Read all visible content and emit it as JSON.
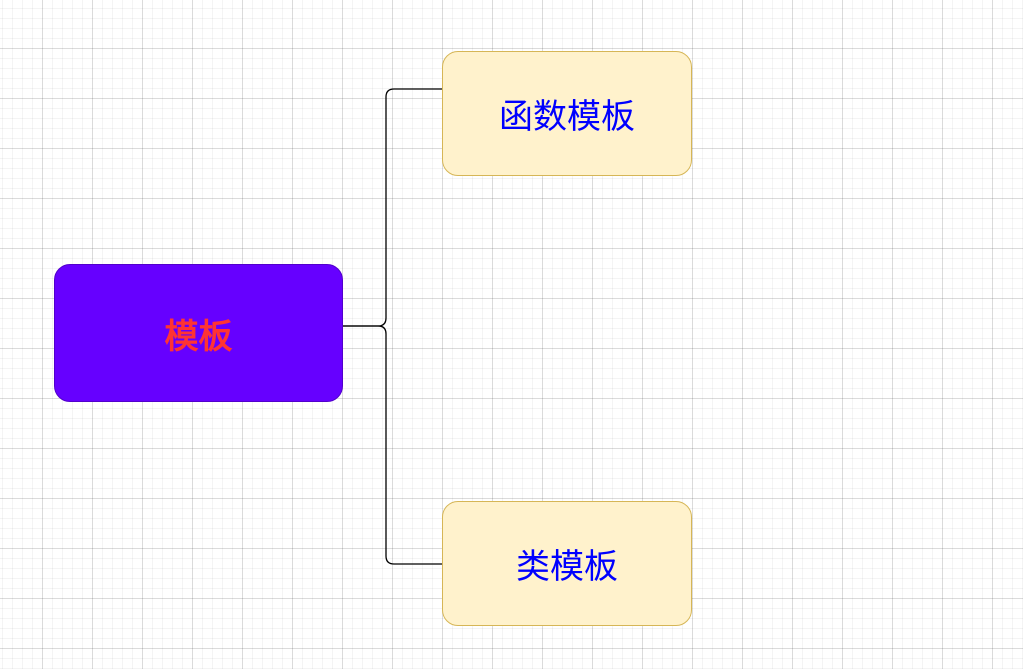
{
  "diagram": {
    "root": {
      "label": "模板",
      "fill": "#6600ff",
      "text_color": "#ff3333"
    },
    "children": [
      {
        "label": "函数模板",
        "fill": "#fff2cc",
        "text_color": "#0000ff"
      },
      {
        "label": "类模板",
        "fill": "#fff2cc",
        "text_color": "#0000ff"
      }
    ],
    "connector_color": "#000000",
    "grid": true
  }
}
